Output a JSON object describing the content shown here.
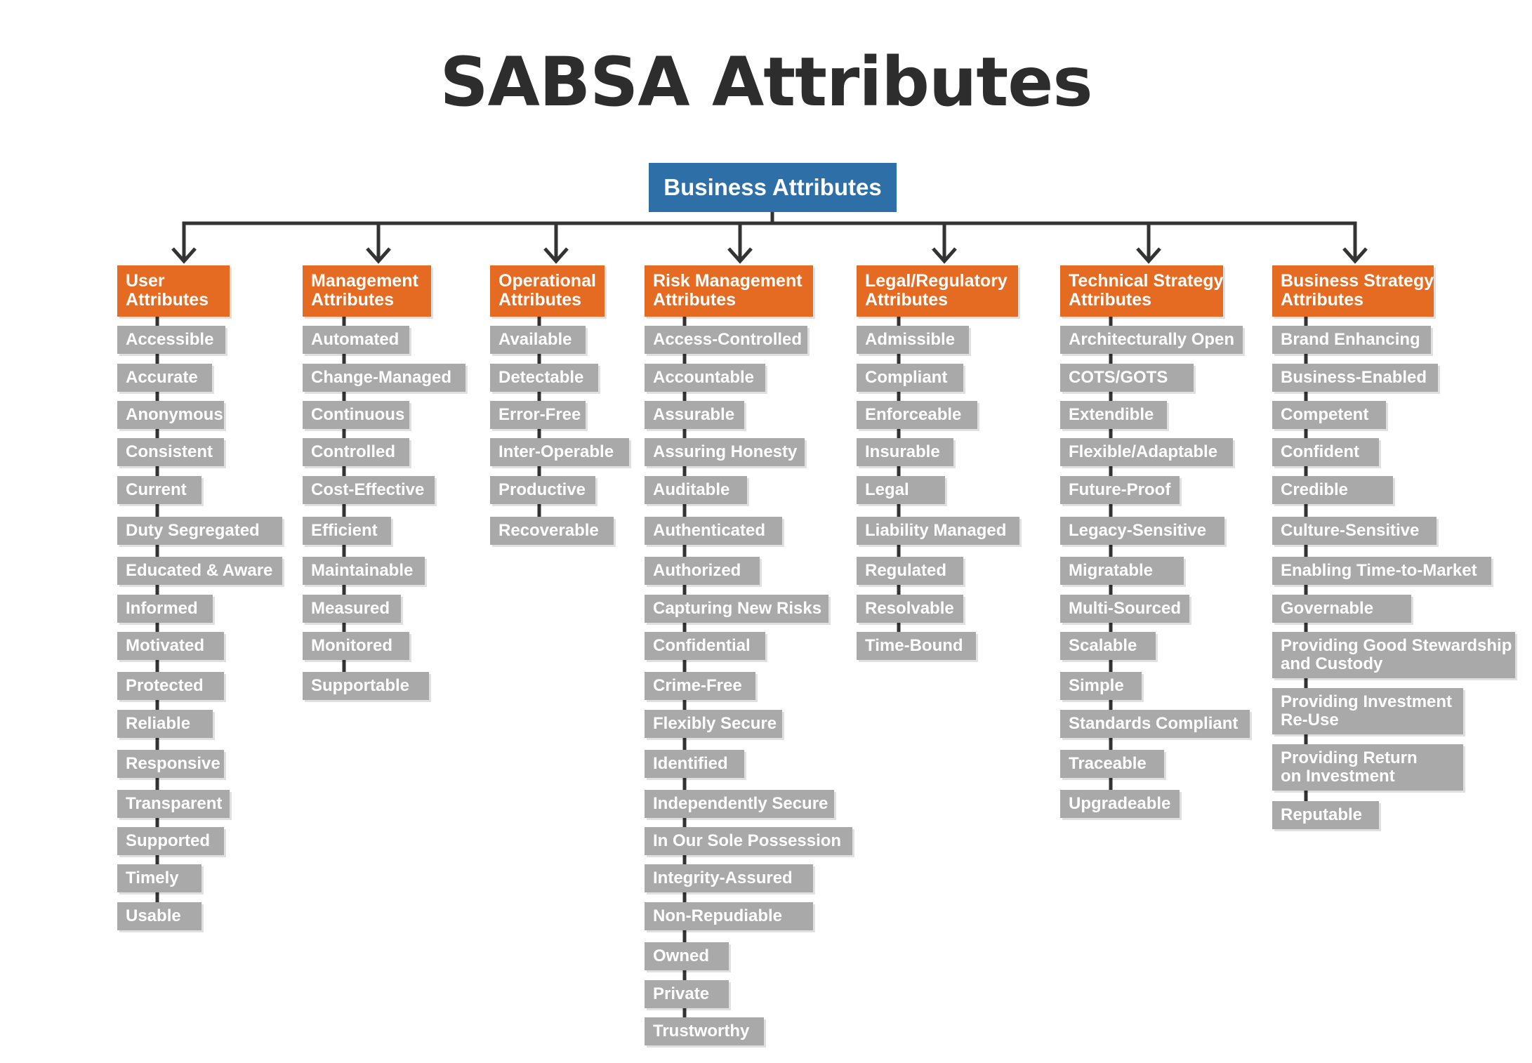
{
  "title": "SABSA Attributes",
  "root": {
    "label": "Business Attributes"
  },
  "colors": {
    "root_fill": "#2f6fa8",
    "category_fill": "#e66b22",
    "attribute_fill": "#a9a9a9",
    "connector": "#333333",
    "title_text": "#2d2d2d"
  },
  "categories": [
    {
      "lines": [
        "User",
        "Attributes"
      ],
      "items": [
        [
          "Accessible"
        ],
        [
          "Accurate"
        ],
        [
          "Anonymous"
        ],
        [
          "Consistent"
        ],
        [
          "Current"
        ],
        [
          "Duty Segregated"
        ],
        [
          "Educated & Aware"
        ],
        [
          "Informed"
        ],
        [
          "Motivated"
        ],
        [
          "Protected"
        ],
        [
          "Reliable"
        ],
        [
          "Responsive"
        ],
        [
          "Transparent"
        ],
        [
          "Supported"
        ],
        [
          "Timely"
        ],
        [
          "Usable"
        ]
      ]
    },
    {
      "lines": [
        "Management",
        "Attributes"
      ],
      "items": [
        [
          "Automated"
        ],
        [
          "Change-Managed"
        ],
        [
          "Continuous"
        ],
        [
          "Controlled"
        ],
        [
          "Cost-Effective"
        ],
        [
          "Efficient"
        ],
        [
          "Maintainable"
        ],
        [
          "Measured"
        ],
        [
          "Monitored"
        ],
        [
          "Supportable"
        ]
      ]
    },
    {
      "lines": [
        "Operational",
        "Attributes"
      ],
      "items": [
        [
          "Available"
        ],
        [
          "Detectable"
        ],
        [
          "Error-Free"
        ],
        [
          "Inter-Operable"
        ],
        [
          "Productive"
        ],
        [
          "Recoverable"
        ]
      ]
    },
    {
      "lines": [
        "Risk Management",
        "Attributes"
      ],
      "items": [
        [
          "Access-Controlled"
        ],
        [
          "Accountable"
        ],
        [
          "Assurable"
        ],
        [
          "Assuring Honesty"
        ],
        [
          "Auditable"
        ],
        [
          "Authenticated"
        ],
        [
          "Authorized"
        ],
        [
          "Capturing New Risks"
        ],
        [
          "Confidential"
        ],
        [
          "Crime-Free"
        ],
        [
          "Flexibly Secure"
        ],
        [
          "Identified"
        ],
        [
          "Independently Secure"
        ],
        [
          "In Our Sole Possession"
        ],
        [
          "Integrity-Assured"
        ],
        [
          "Non-Repudiable"
        ],
        [
          "Owned"
        ],
        [
          "Private"
        ],
        [
          "Trustworthy"
        ]
      ]
    },
    {
      "lines": [
        "Legal/Regulatory",
        "Attributes"
      ],
      "items": [
        [
          "Admissible"
        ],
        [
          "Compliant"
        ],
        [
          "Enforceable"
        ],
        [
          "Insurable"
        ],
        [
          "Legal"
        ],
        [
          "Liability Managed"
        ],
        [
          "Regulated"
        ],
        [
          "Resolvable"
        ],
        [
          "Time-Bound"
        ]
      ]
    },
    {
      "lines": [
        "Technical Strategy",
        "Attributes"
      ],
      "items": [
        [
          "Architecturally Open"
        ],
        [
          "COTS/GOTS"
        ],
        [
          "Extendible"
        ],
        [
          "Flexible/Adaptable"
        ],
        [
          "Future-Proof"
        ],
        [
          "Legacy-Sensitive"
        ],
        [
          "Migratable"
        ],
        [
          "Multi-Sourced"
        ],
        [
          "Scalable"
        ],
        [
          "Simple"
        ],
        [
          "Standards Compliant"
        ],
        [
          "Traceable"
        ],
        [
          "Upgradeable"
        ]
      ]
    },
    {
      "lines": [
        "Business Strategy",
        "Attributes"
      ],
      "items": [
        [
          "Brand Enhancing"
        ],
        [
          "Business-Enabled"
        ],
        [
          "Competent"
        ],
        [
          "Confident"
        ],
        [
          "Credible"
        ],
        [
          "Culture-Sensitive"
        ],
        [
          "Enabling Time-to-Market"
        ],
        [
          "Governable"
        ],
        [
          "Providing Good Stewardship",
          "and Custody"
        ],
        [
          "Providing Investment",
          "Re-Use"
        ],
        [
          "Providing Return",
          "on Investment"
        ],
        [
          "Reputable"
        ]
      ]
    }
  ]
}
